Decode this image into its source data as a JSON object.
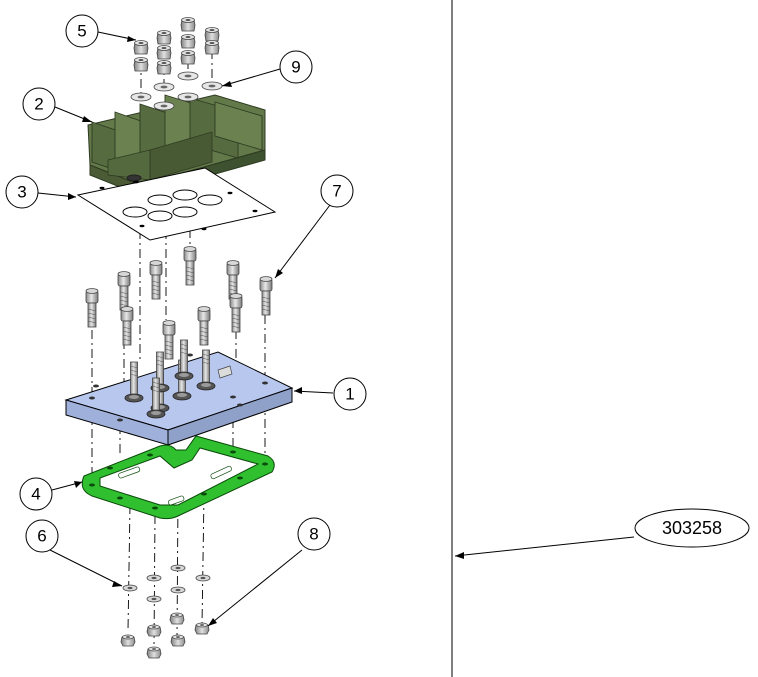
{
  "balloons": [
    {
      "id": "balloon-1",
      "label": "1"
    },
    {
      "id": "balloon-2",
      "label": "2"
    },
    {
      "id": "balloon-3",
      "label": "3"
    },
    {
      "id": "balloon-4",
      "label": "4"
    },
    {
      "id": "balloon-5",
      "label": "5"
    },
    {
      "id": "balloon-6",
      "label": "6"
    },
    {
      "id": "balloon-7",
      "label": "7"
    },
    {
      "id": "balloon-8",
      "label": "8"
    },
    {
      "id": "balloon-9",
      "label": "9"
    }
  ],
  "reference": {
    "label": "303258"
  },
  "colors": {
    "bracket": "#5b7043",
    "bracket_dark": "#3f5230",
    "plate": "#b7c7ee",
    "plate_side": "#8fa0c9",
    "gasket": "#2fbf2f",
    "metal": "#c8c8c8",
    "metal_dark": "#6d6d6d"
  }
}
